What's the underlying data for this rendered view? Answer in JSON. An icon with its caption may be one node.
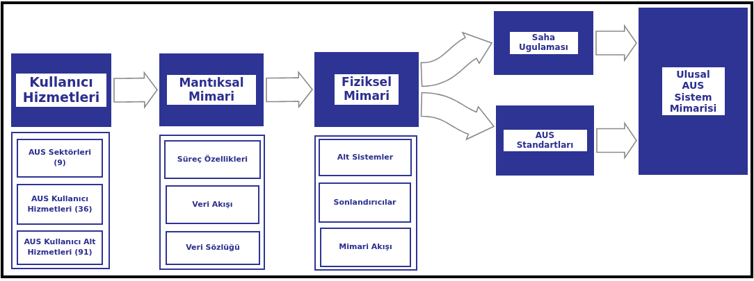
{
  "diagram": {
    "nodes": [
      {
        "text": [
          "Kullanıcı Hizmetleri"
        ]
      },
      {
        "text": [],
        "shape": "box"
      },
      {
        "text": [
          "AUS Sektörleri (9)"
        ],
        "in": 1
      },
      {
        "text": [
          "AUS Kullanıcı Hizmetleri (36)"
        ],
        "in": 1
      },
      {
        "text": [
          "AUS Kullanıcı Alt Hizmetleri (91)"
        ],
        "in": 1
      },
      {
        "text": [
          "Mantıksal Mimari"
        ]
      },
      {
        "text": [],
        "shape": "box"
      },
      {
        "text": [
          "Süreç Özellikleri"
        ],
        "in": 6
      },
      {
        "text": [
          "Veri Akışı"
        ],
        "in": 6
      },
      {
        "text": [
          "Veri Sözlüğü"
        ],
        "in": 6
      },
      {
        "text": [
          "Fiziksel Mimari"
        ]
      },
      {
        "text": [],
        "shape": "box"
      },
      {
        "text": [
          "Alt Sistemler"
        ],
        "in": 11
      },
      {
        "text": [
          "Sonlandırıcılar"
        ],
        "in": 11
      },
      {
        "text": [
          "Mimari Akışı"
        ],
        "in": 11
      },
      {
        "text": [
          "Saha Ugulaması"
        ]
      },
      {
        "text": [
          "AUS Standartları"
        ]
      },
      {
        "text": [
          "Ulusal AUS Sistem Mimarisi"
        ]
      }
    ],
    "edges": [
      {
        "from": 0,
        "to": 5,
        "arrow": "to"
      },
      {
        "from": 5,
        "to": 10,
        "arrow": "to"
      },
      {
        "from": 10,
        "to": 15,
        "arrow": "to"
      },
      {
        "from": 10,
        "to": 16,
        "arrow": "to"
      },
      {
        "from": 15,
        "to": 17,
        "arrow": "to"
      },
      {
        "from": 16,
        "to": 17,
        "arrow": "to"
      }
    ]
  }
}
